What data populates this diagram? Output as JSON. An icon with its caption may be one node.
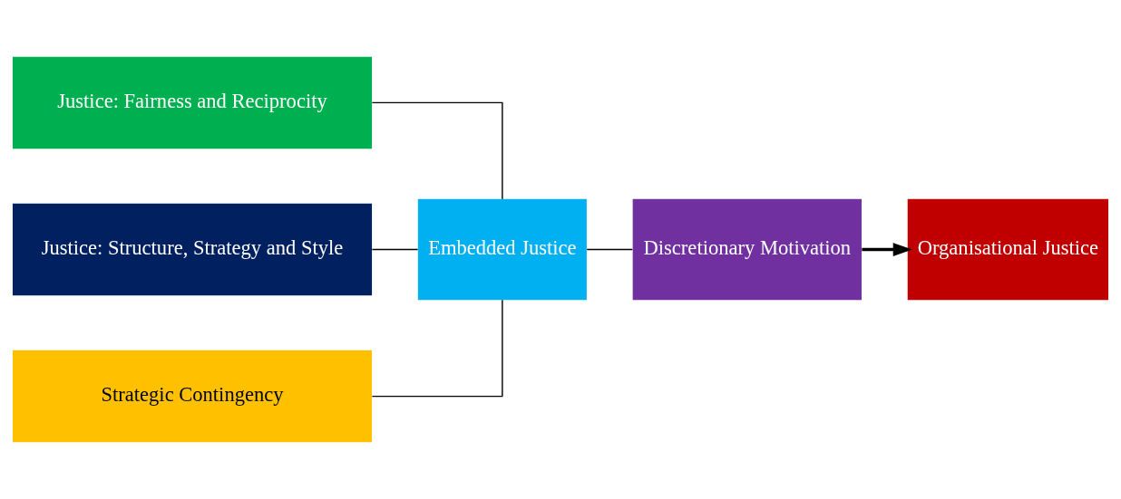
{
  "diagram": {
    "nodes": [
      {
        "text": [
          "Justice: Fairness and Reciprocity"
        ]
      },
      {
        "text": [
          "Justice: Structure, Strategy and Style"
        ]
      },
      {
        "text": [
          "Strategic Contingency"
        ]
      },
      {
        "text": [
          "Embedded Justice"
        ]
      },
      {
        "text": [
          "Discretionary Motivation"
        ]
      },
      {
        "text": [
          "Organisational Justice"
        ]
      }
    ],
    "edges": [
      {
        "from": 0,
        "to": 3,
        "arrow": "none"
      },
      {
        "from": 1,
        "to": 3,
        "arrow": "none"
      },
      {
        "from": 2,
        "to": 3,
        "arrow": "none"
      },
      {
        "from": 3,
        "to": 4,
        "arrow": "none"
      },
      {
        "from": 4,
        "to": 5,
        "arrow": "to",
        "style": "thick"
      }
    ]
  }
}
